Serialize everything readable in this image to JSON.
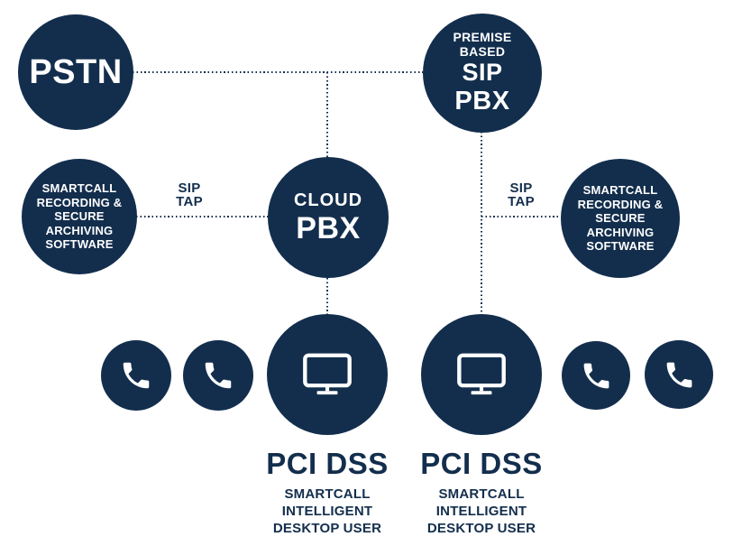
{
  "colors": {
    "navy": "#132e4d",
    "background": "#ffffff",
    "icon_fill": "#ffffff"
  },
  "nodes": {
    "pstn": {
      "label": "PSTN"
    },
    "premise_sip_pbx": {
      "line1": "PREMISE",
      "line2": "BASED",
      "line3": "SIP",
      "line4": "PBX"
    },
    "smartcall_left": {
      "lines": [
        "SMARTCALL",
        "RECORDING &",
        "SECURE",
        "ARCHIVING",
        "SOFTWARE"
      ]
    },
    "cloud_pbx": {
      "small": "CLOUD",
      "big": "PBX"
    },
    "smartcall_right": {
      "lines": [
        "SMARTCALL",
        "RECORDING &",
        "SECURE",
        "ARCHIVING",
        "SOFTWARE"
      ]
    }
  },
  "sip_taps": {
    "left": {
      "line1": "SIP",
      "line2": "TAP"
    },
    "right": {
      "line1": "SIP",
      "line2": "TAP"
    }
  },
  "endpoints": {
    "left_desktop": {
      "title": "PCI DSS",
      "sub1": "SMARTCALL",
      "sub2": "INTELLIGENT",
      "sub3": "DESKTOP USER"
    },
    "right_desktop": {
      "title": "PCI DSS",
      "sub1": "SMARTCALL",
      "sub2": "INTELLIGENT",
      "sub3": "DESKTOP USER"
    }
  },
  "icons": {
    "phone": "phone-icon",
    "monitor": "monitor-icon"
  }
}
